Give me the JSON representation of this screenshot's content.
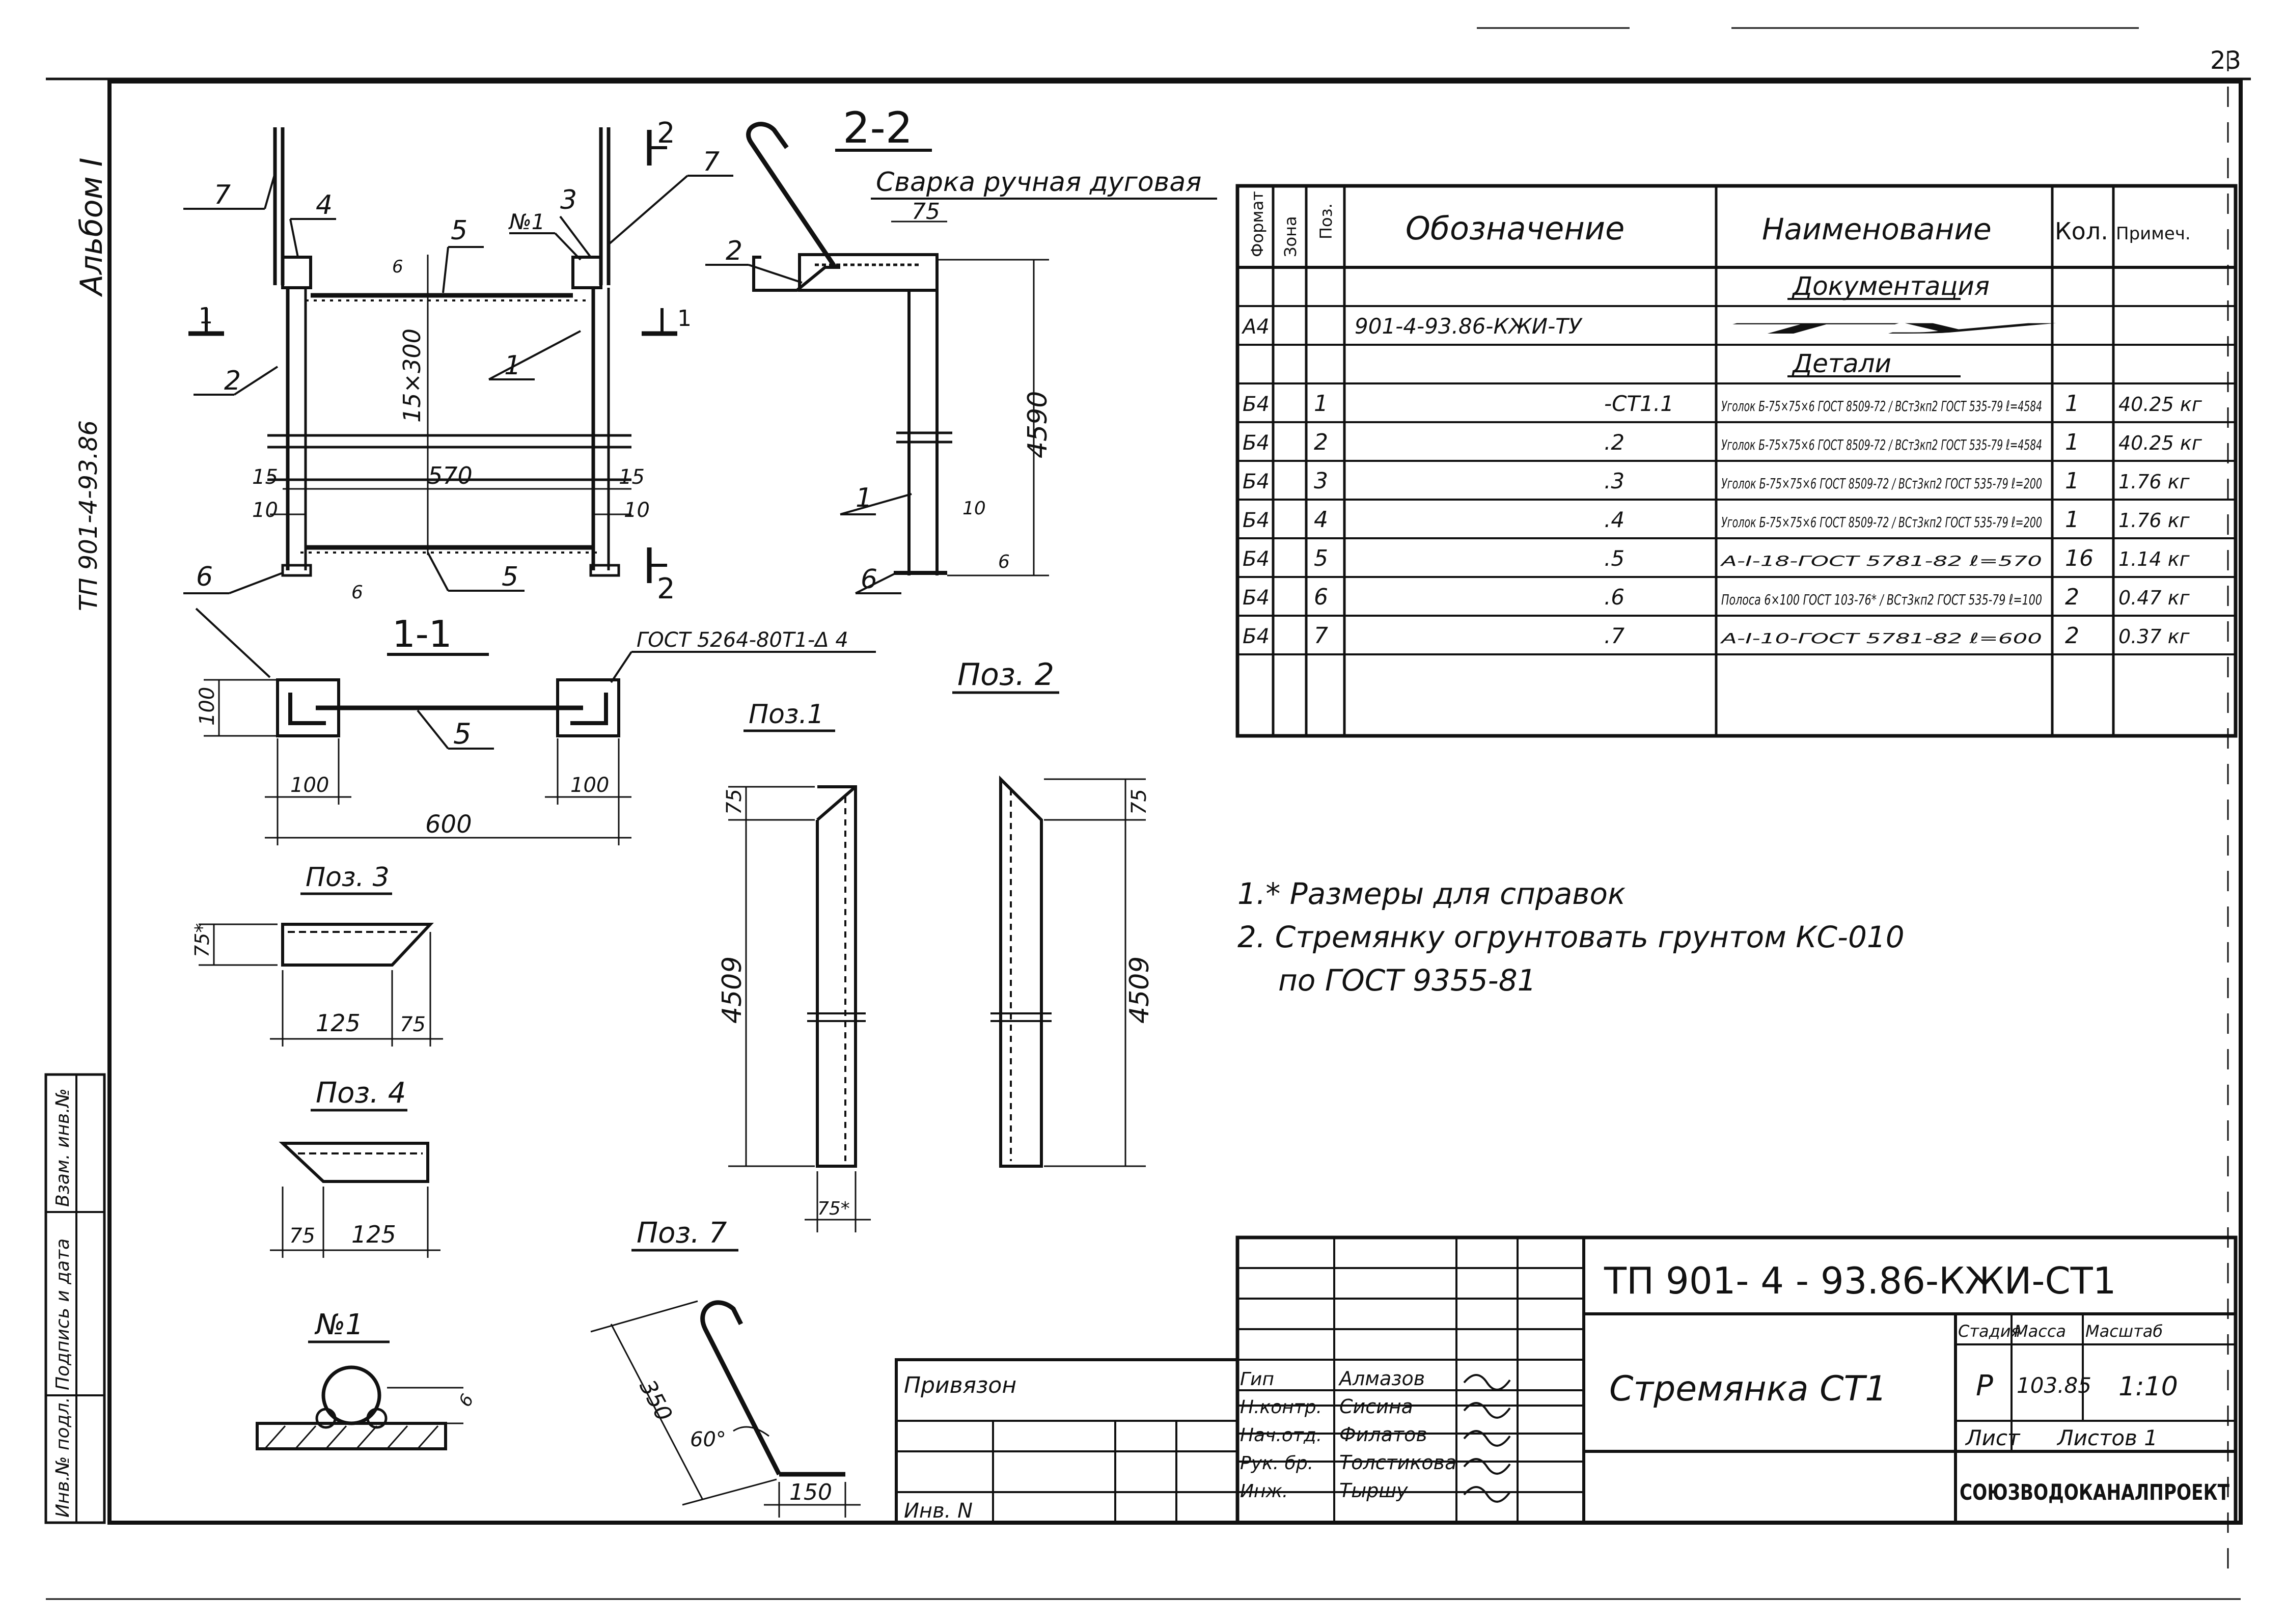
{
  "side_labels": {
    "album": "Альбом I",
    "project_code": "ТП 901-4-93.86"
  },
  "section_2_2": {
    "title": "2-2",
    "welding_note": "Сварка ручная дуговая",
    "cut_mark": "2",
    "pos_labels": [
      "7",
      "4",
      "5",
      "№1",
      "3",
      "7",
      "2",
      "1",
      "2",
      "1",
      "6",
      "6"
    ],
    "dims": [
      "15×300",
      "570",
      "15",
      "15",
      "10",
      "10",
      "6",
      "75",
      "4590",
      "10",
      "6"
    ]
  },
  "section_1_1": {
    "title": "1-1",
    "gost_note": "ГОСТ 5264-80Т1-Δ 4",
    "pos_label": "5",
    "dims": [
      "100",
      "100",
      "100",
      "600"
    ],
    "cut_mark": "1"
  },
  "details": {
    "pos1": {
      "title": "Поз.1",
      "dims": [
        "75",
        "4509",
        "75*"
      ]
    },
    "pos2": {
      "title": "Поз. 2",
      "dims": [
        "75",
        "4509"
      ]
    },
    "pos3": {
      "title": "Поз. 3",
      "dims": [
        "75*",
        "125",
        "75"
      ]
    },
    "pos4": {
      "title": "Поз. 4",
      "dims": [
        "75",
        "125"
      ]
    },
    "pos7": {
      "title": "Поз. 7",
      "dims": [
        "350",
        "60°",
        "150"
      ]
    },
    "n1": {
      "title": "№1",
      "dims": [
        "6"
      ]
    }
  },
  "spec_table": {
    "headers": [
      "Формат",
      "Зона",
      "Поз.",
      "Обозначение",
      "Наименование",
      "Кол.",
      "Примеч."
    ],
    "rows": [
      {
        "format": "",
        "zone": "",
        "pos": "",
        "designation": "",
        "name": "Документация",
        "qty": "",
        "note": ""
      },
      {
        "format": "А4",
        "zone": "",
        "pos": "",
        "designation": "901-4-93.86-КЖИ-ТУ",
        "name": "ТУ",
        "qty": "",
        "note": ""
      },
      {
        "format": "",
        "zone": "",
        "pos": "",
        "designation": "",
        "name": "Детали",
        "qty": "",
        "note": ""
      },
      {
        "format": "Б4",
        "zone": "",
        "pos": "1",
        "designation": "-СТ1.1",
        "name": "Уголок Б-75×75×6 ГОСТ 8509-72 / ВСт3кп2 ГОСТ 535-79 ℓ=4584",
        "qty": "1",
        "note": "40.25 кг"
      },
      {
        "format": "Б4",
        "zone": "",
        "pos": "2",
        "designation": ".2",
        "name": "Уголок Б-75×75×6 ГОСТ 8509-72 / ВСт3кп2 ГОСТ 535-79 ℓ=4584",
        "qty": "1",
        "note": "40.25 кг"
      },
      {
        "format": "Б4",
        "zone": "",
        "pos": "3",
        "designation": ".3",
        "name": "Уголок Б-75×75×6 ГОСТ 8509-72 / ВСт3кп2 ГОСТ 535-79 ℓ=200",
        "qty": "1",
        "note": "1.76 кг"
      },
      {
        "format": "Б4",
        "zone": "",
        "pos": "4",
        "designation": ".4",
        "name": "Уголок Б-75×75×6 ГОСТ 8509-72 / ВСт3кп2 ГОСТ 535-79 ℓ=200",
        "qty": "1",
        "note": "1.76 кг"
      },
      {
        "format": "Б4",
        "zone": "",
        "pos": "5",
        "designation": ".5",
        "name": "А-I-18-ГОСТ 5781-82 ℓ=570",
        "qty": "16",
        "note": "1.14 кг"
      },
      {
        "format": "Б4",
        "zone": "",
        "pos": "6",
        "designation": ".6",
        "name": "Полоса 6×100 ГОСТ 103-76* / ВСт3кп2 ГОСТ 535-79 ℓ=100",
        "qty": "2",
        "note": "0.47 кг"
      },
      {
        "format": "Б4",
        "zone": "",
        "pos": "7",
        "designation": ".7",
        "name": "А-I-10-ГОСТ 5781-82 ℓ=600",
        "qty": "2",
        "note": "0.37 кг"
      }
    ]
  },
  "notes": [
    "1.* Размеры для справок",
    "2. Стремянку огрунтовать грунтом КС-010",
    "по ГОСТ 9355-81"
  ],
  "title_block": {
    "doc_code": "ТП 901- 4 - 93.86-КЖИ-СТ1",
    "object_name": "Стремянка СТ1",
    "col_stage": "Стадия",
    "col_mass": "Масса",
    "col_scale": "Масштаб",
    "stage": "Р",
    "mass": "103.85",
    "scale": "1:10",
    "sheet_label": "Лист",
    "sheets_label": "Листов 1",
    "org": "СОЮЗВОДОКАНАЛПРОЕКТ",
    "tied_label": "Привязон",
    "inv_label": "Инв. N",
    "staff": [
      {
        "role": "Гип",
        "name": "Алмазов"
      },
      {
        "role": "Н.контр.",
        "name": "Сисина"
      },
      {
        "role": "Нач.отд.",
        "name": "Филатов"
      },
      {
        "role": "Рук. бр.",
        "name": "Толстикова"
      },
      {
        "role": "Инж.",
        "name": "Тыршу"
      }
    ]
  },
  "left_margin_stamp": {
    "inv_orig": "Инв.№ подл.",
    "sign_date": "Подпись и дата",
    "replace_inv": "Взам. инв.№"
  },
  "page_number": "23"
}
